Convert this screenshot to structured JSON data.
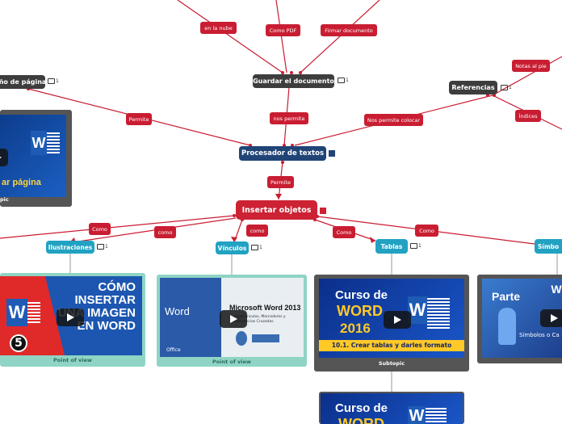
{
  "nodes": {
    "guardar": "Guardar el documento",
    "pagina": "ño de página",
    "procesador": "Procesador de textos",
    "referencias": "Referencias",
    "insertar": "Insertar objetos",
    "ilustraciones": "Ilustraciones",
    "vinculos": "Vínculos",
    "tablas": "Tablas",
    "simbolos": "Símbo"
  },
  "labels": {
    "nube": "en la nube",
    "pdf": "Como PDF",
    "firmar": "Firmar documento",
    "notas": "Notas al pie",
    "indices": "Índices",
    "permite_left": "Permite",
    "nos_permite": "nos permite",
    "nos_permite_colocar": "Nos permite colocar",
    "permite_down": "Permite",
    "como1": "Como",
    "como2": "como",
    "como3": "como",
    "como4": "Como",
    "como5": "Como"
  },
  "badges": {
    "one": "1"
  },
  "cards": {
    "left_top": {
      "caption": "pic",
      "title_fragment": "ar página"
    },
    "ilustraciones": {
      "caption": "Point of view",
      "title_lines": [
        "CÓMO",
        "INSERTAR",
        "UNA IMAGEN",
        "EN WORD"
      ],
      "number": "5"
    },
    "vinculos": {
      "caption": "Point of view",
      "word_label": "Word",
      "office": "Office",
      "title": "Microsoft Word 2013",
      "sub": "Hipervínculos, Marcadores y Referencias Cruzadas"
    },
    "tablas": {
      "caption": "Subtopic",
      "line1": "Curso de",
      "line2": "WORD",
      "line3": "2016",
      "line4": "10.1. Crear tablas y darles formato"
    },
    "simbolos": {
      "line1": "Parte",
      "line2": "Símbolos o Ca"
    },
    "bottom": {
      "line1": "Curso de",
      "line2": "WORD"
    }
  },
  "colors": {
    "connector": "#c91d32",
    "dark_node": "#3d3d3d",
    "central_node": "#214477",
    "red_node": "#cc2233",
    "teal_node": "#22a2c2"
  }
}
